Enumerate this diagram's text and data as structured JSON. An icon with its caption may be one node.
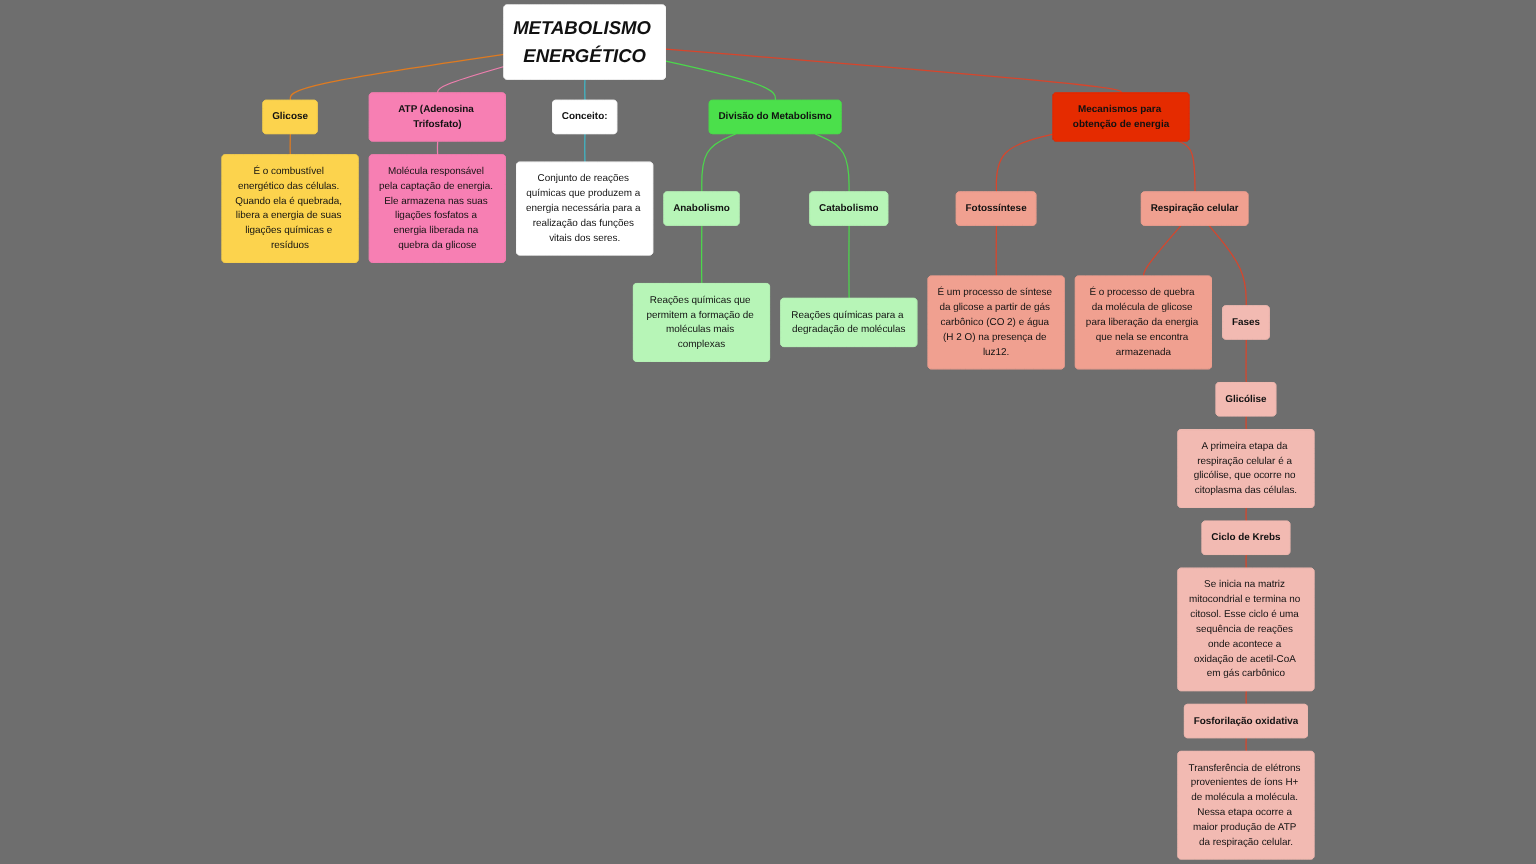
{
  "diagram": {
    "nodes": [
      {
        "text": [
          "METABOLISMO ENERGÉTICO"
        ]
      },
      {
        "text": [
          "Glicose"
        ]
      },
      {
        "text": [
          "É o combustível energético das células. Quando ela é quebrada, libera a energia de suas ligações químicas e resíduos"
        ]
      },
      {
        "text": [
          "ATP (Adenosina Trifosfato)"
        ]
      },
      {
        "text": [
          "Molécula responsável pela captação de energia. Ele armazena nas suas ligações fosfatos a energia liberada na quebra da glicose"
        ]
      },
      {
        "text": [
          "Mecanismos para obtenção de energia"
        ]
      },
      {
        "text": [
          "Conceito:"
        ]
      },
      {
        "text": [
          "Conjunto de reações químicas que produzem a energia necessária para a realização das funções vitais dos seres."
        ]
      },
      {
        "text": [
          "Divisão do Metabolismo"
        ]
      },
      {
        "text": [
          "Anabolismo"
        ]
      },
      {
        "text": [
          "Catabolismo"
        ]
      },
      {
        "text": [
          "Reações químicas que permitem a formação de moléculas mais complexas"
        ]
      },
      {
        "text": [
          "Reações químicas para a degradação de moléculas"
        ]
      },
      {
        "text": [
          "Fotossíntese"
        ]
      },
      {
        "text": [
          "É um processo de síntese da glicose a partir de gás carbônico (CO 2) e água (H 2 O) na presença de luz12."
        ]
      },
      {
        "text": [
          "Respiração celular"
        ]
      },
      {
        "text": [
          "É o processo de quebra da molécula de glicose para liberação da energia que nela se encontra armazenada"
        ]
      },
      {
        "text": [
          "Fases"
        ]
      },
      {
        "text": [
          "Glicólise"
        ]
      },
      {
        "text": [
          "A primeira etapa da respiração celular é a glicólise, que ocorre no citoplasma das células."
        ]
      },
      {
        "text": [
          "Ciclo de Krebs"
        ]
      },
      {
        "text": [
          "Se inicia na matriz mitocondrial e termina no citosol. Esse ciclo é uma sequência de reações onde acontece a oxidação de acetil-CoA em gás carbônico"
        ]
      },
      {
        "text": [
          "Fosforilação oxidativa"
        ]
      },
      {
        "text": [
          "Transferência de elétrons provenientes de íons H+ de molécula a molécula. Nessa etapa ocorre a maior produção de ATP da respiração celular."
        ]
      }
    ],
    "edges": [
      {
        "from": 0,
        "to": 1,
        "arrow": "none",
        "color": "#e07b20"
      },
      {
        "from": 1,
        "to": 2,
        "arrow": "none",
        "color": "#e07b20"
      },
      {
        "from": 0,
        "to": 3,
        "arrow": "none",
        "color": "#f27fb0"
      },
      {
        "from": 3,
        "to": 4,
        "arrow": "none",
        "color": "#f27fb0"
      },
      {
        "from": 0,
        "to": 5,
        "arrow": "none"
      },
      {
        "from": 0,
        "to": 6,
        "arrow": "none",
        "color": "#3fb8c8"
      },
      {
        "from": 6,
        "to": 7,
        "arrow": "none",
        "color": "#3fb8c8"
      },
      {
        "from": 0,
        "to": 8,
        "arrow": "none",
        "color": "#4cd84c"
      },
      {
        "from": 8,
        "to": 9,
        "arrow": "none",
        "color": "#4cd84c"
      },
      {
        "from": 8,
        "to": 10,
        "arrow": "none",
        "color": "#4cd84c"
      },
      {
        "from": 9,
        "to": 11,
        "arrow": "none",
        "color": "#4cd84c"
      },
      {
        "from": 10,
        "to": 12,
        "arrow": "none",
        "color": "#4cd84c"
      },
      {
        "from": 5,
        "to": 13,
        "arrow": "none"
      },
      {
        "from": 5,
        "to": 15,
        "arrow": "none"
      },
      {
        "from": 13,
        "to": 14,
        "arrow": "none"
      },
      {
        "from": 15,
        "to": 16,
        "arrow": "none"
      },
      {
        "from": 15,
        "to": 17,
        "arrow": "none"
      },
      {
        "from": 17,
        "to": 18,
        "arrow": "none"
      },
      {
        "from": 18,
        "to": 19,
        "arrow": "none"
      },
      {
        "from": 19,
        "to": 20,
        "arrow": "none"
      },
      {
        "from": 20,
        "to": 21,
        "arrow": "none"
      },
      {
        "from": 21,
        "to": 22,
        "arrow": "none"
      },
      {
        "from": 22,
        "to": 23,
        "arrow": "none"
      }
    ]
  }
}
